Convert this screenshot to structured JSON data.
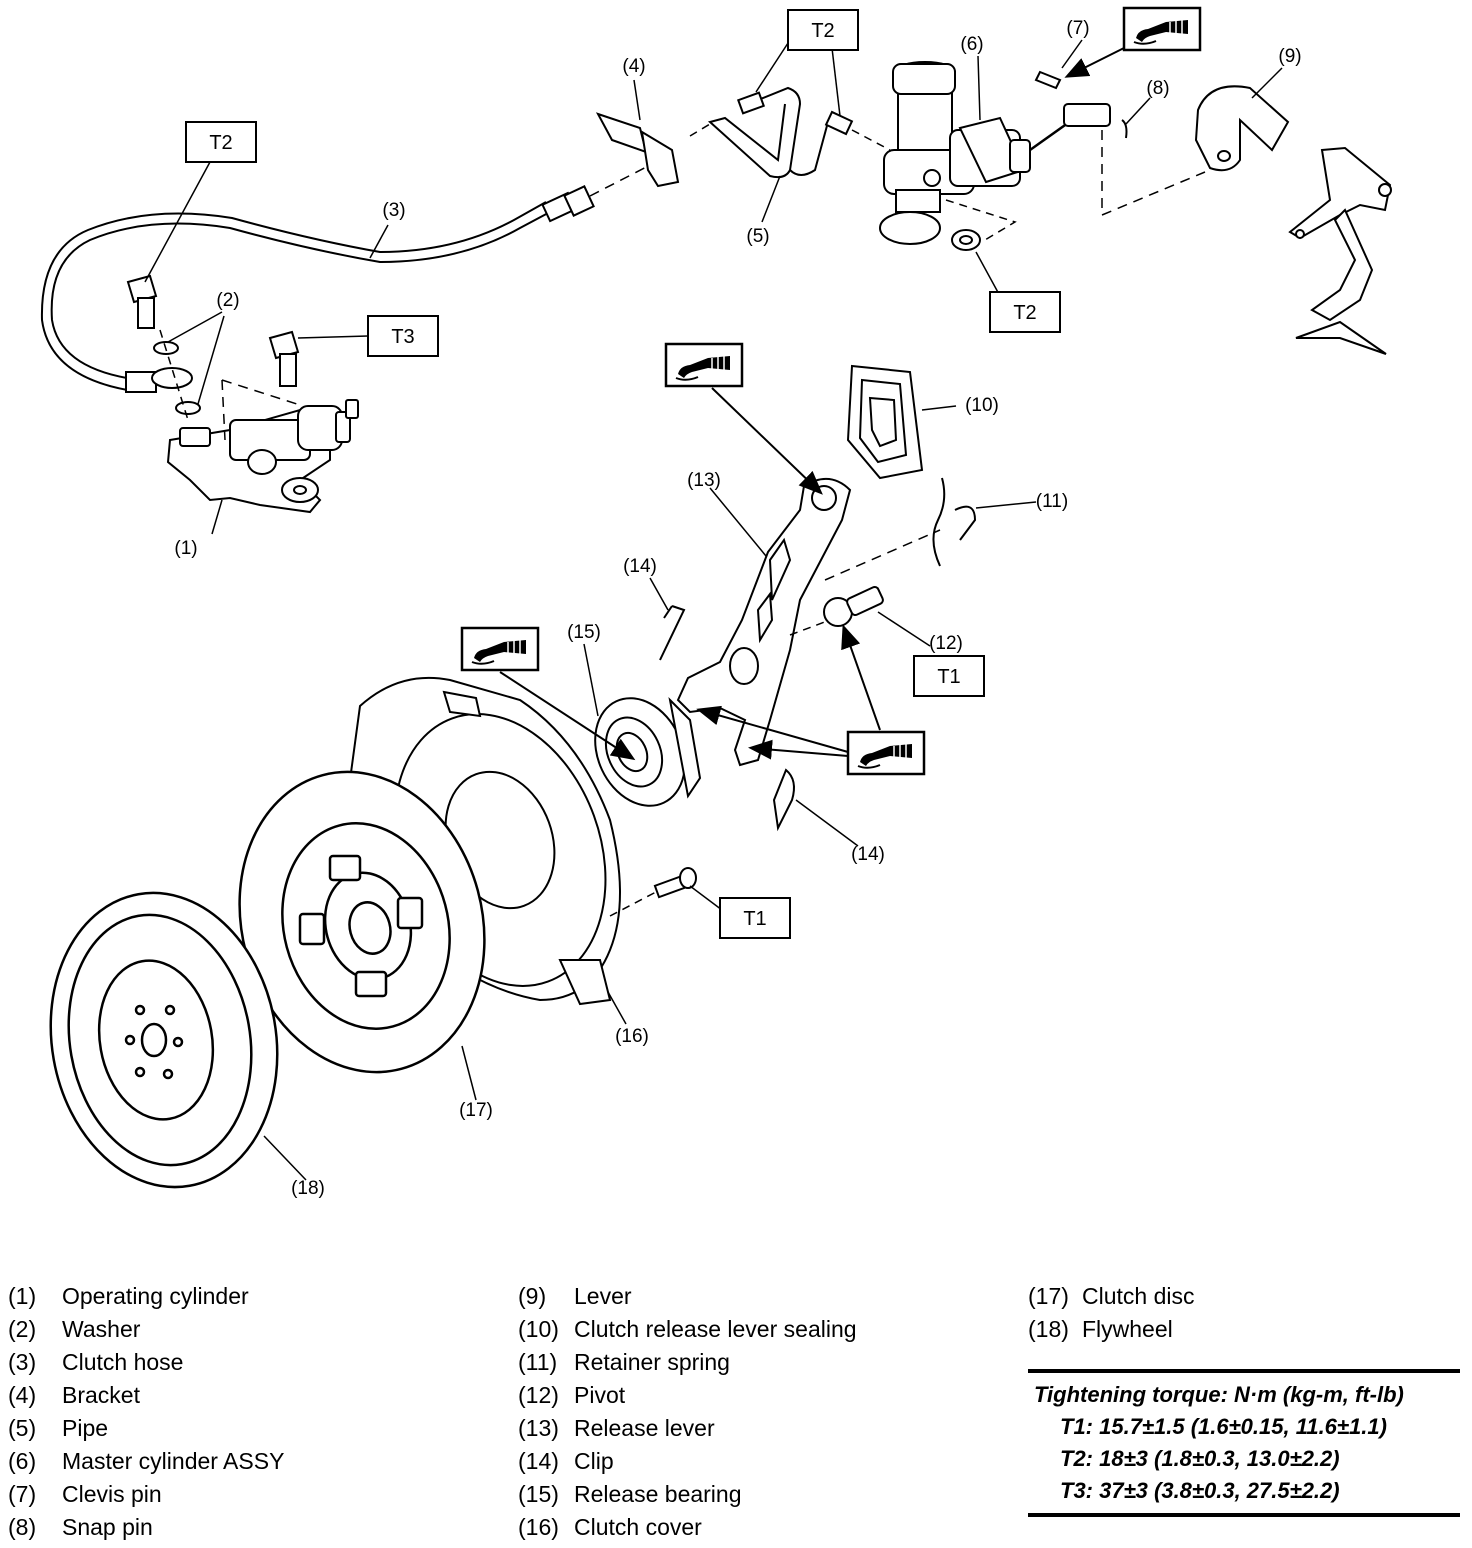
{
  "callouts": {
    "c1": "(1)",
    "c2": "(2)",
    "c3": "(3)",
    "c4": "(4)",
    "c5": "(5)",
    "c6": "(6)",
    "c7": "(7)",
    "c8": "(8)",
    "c9": "(9)",
    "c10": "(10)",
    "c11": "(11)",
    "c12": "(12)",
    "c13": "(13)",
    "c14": "(14)",
    "c15": "(15)",
    "c16": "(16)",
    "c17": "(17)",
    "c18": "(18)"
  },
  "torque_boxes": {
    "t1": "T1",
    "t2": "T2",
    "t3": "T3"
  },
  "legend": {
    "col1": [
      {
        "num": "(1)",
        "name": "Operating cylinder"
      },
      {
        "num": "(2)",
        "name": "Washer"
      },
      {
        "num": "(3)",
        "name": "Clutch hose"
      },
      {
        "num": "(4)",
        "name": "Bracket"
      },
      {
        "num": "(5)",
        "name": "Pipe"
      },
      {
        "num": "(6)",
        "name": "Master cylinder ASSY"
      },
      {
        "num": "(7)",
        "name": "Clevis pin"
      },
      {
        "num": "(8)",
        "name": "Snap pin"
      }
    ],
    "col2": [
      {
        "num": "(9)",
        "name": "Lever"
      },
      {
        "num": "(10)",
        "name": "Clutch release lever sealing"
      },
      {
        "num": "(11)",
        "name": "Retainer spring"
      },
      {
        "num": "(12)",
        "name": "Pivot"
      },
      {
        "num": "(13)",
        "name": "Release lever"
      },
      {
        "num": "(14)",
        "name": "Clip"
      },
      {
        "num": "(15)",
        "name": "Release bearing"
      },
      {
        "num": "(16)",
        "name": "Clutch cover"
      }
    ],
    "col3": [
      {
        "num": "(17)",
        "name": "Clutch disc"
      },
      {
        "num": "(18)",
        "name": "Flywheel"
      }
    ]
  },
  "torque": {
    "heading": "Tightening torque: N·m (kg-m, ft-lb)",
    "t1": "T1: 15.7±1.5 (1.6±0.15, 11.6±1.1)",
    "t2": "T2: 18±3 (1.8±0.3, 13.0±2.2)",
    "t3": "T3: 37±3 (3.8±0.3, 27.5±2.2)"
  },
  "icons": {
    "grease": "grease-application-icon"
  }
}
